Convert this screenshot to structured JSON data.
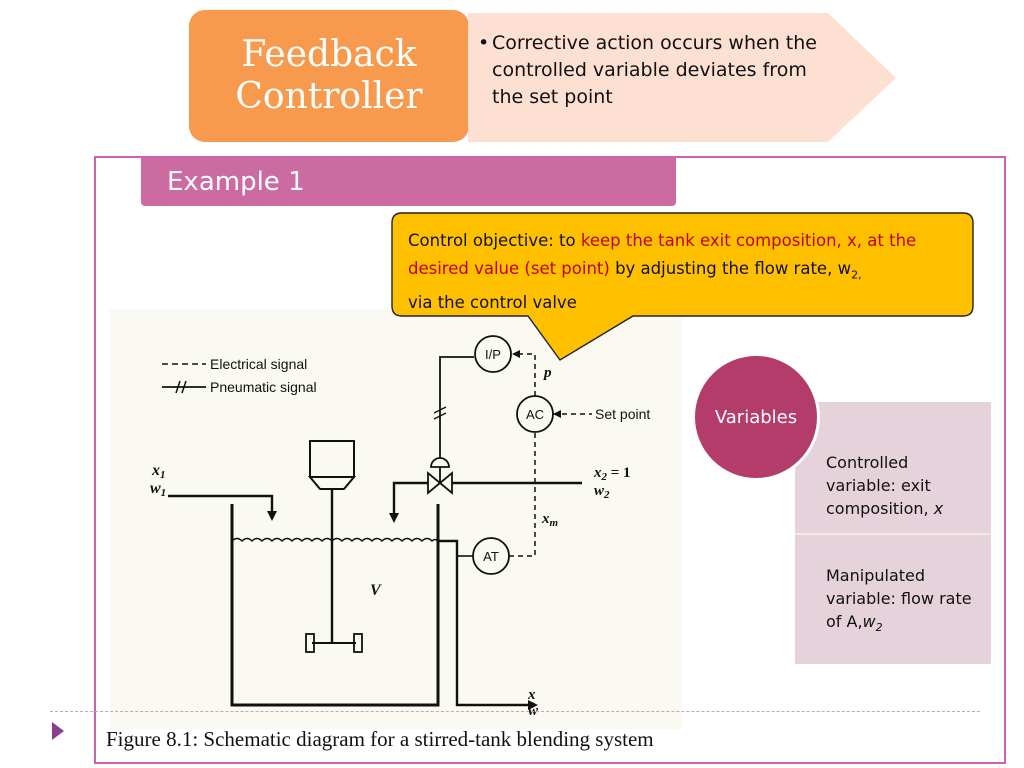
{
  "header": {
    "title_line1": "Feedback",
    "title_line2": "Controller",
    "bullet": "•",
    "description": "Corrective action occurs when the controlled variable deviates from the set point"
  },
  "example": {
    "title": "Example 1"
  },
  "callout": {
    "prefix": "Control objective: to ",
    "highlight": "keep the tank exit composition, x, at the desired value (set point)",
    "suffix_before_w": " by adjusting the flow rate, w",
    "w_subscript": "2,",
    "suffix_end": " via the control valve"
  },
  "legend": {
    "electrical": "Electrical signal",
    "pneumatic": "Pneumatic signal"
  },
  "instruments": {
    "transducer": "I/P",
    "controller": "AC",
    "transmitter": "AT"
  },
  "labels": {
    "set_point": "Set point",
    "p": "p",
    "x1": "x",
    "x1_sub": "1",
    "w1": "w",
    "w1_sub": "1",
    "x2_eq": "x",
    "x2_sub": "2",
    "x2_value": " = 1",
    "w2": "w",
    "w2_sub": "2",
    "xm": "x",
    "xm_sub": "m",
    "volume": "V",
    "out_x": "x",
    "out_w": "w"
  },
  "variables": {
    "heading": "Variables",
    "controlled": "Controlled variable: exit composition, ",
    "controlled_symbol": "x",
    "manipulated": "Manipulated variable: flow rate of A,",
    "manipulated_symbol": "w",
    "manipulated_sub": "2"
  },
  "caption": "Figure 8.1: Schematic diagram for a stirred-tank blending system",
  "colors": {
    "header_box": "#f79a4e",
    "arrow_fill": "#fde0d2",
    "frame": "#d060b0",
    "banner": "#cc6aa2",
    "callout": "#ffc000",
    "highlight": "#c00000",
    "variables_circle": "#b43c6a",
    "variables_box": "#e6d2da"
  }
}
